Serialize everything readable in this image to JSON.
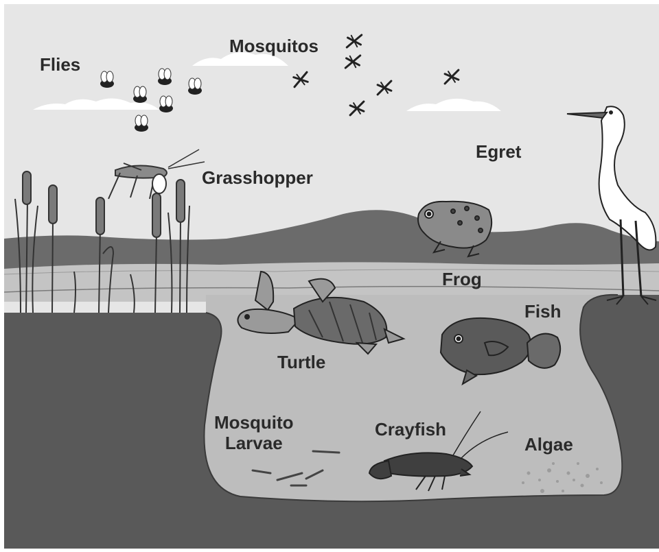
{
  "labels": {
    "flies": "Flies",
    "mosquitos": "Mosquitos",
    "grasshopper": "Grasshopper",
    "egret": "Egret",
    "frog": "Frog",
    "fish": "Fish",
    "turtle": "Turtle",
    "mosquito_larvae_line1": "Mosquito",
    "mosquito_larvae_line2": "Larvae",
    "crayfish": "Crayfish",
    "algae": "Algae"
  },
  "colors": {
    "sky": "#e6e6e6",
    "hills": "#6b6b6b",
    "marsh_band": "#c4c4c4",
    "ground": "#595959",
    "water": "#bdbdbd",
    "label_text": "#2a2a2a"
  }
}
